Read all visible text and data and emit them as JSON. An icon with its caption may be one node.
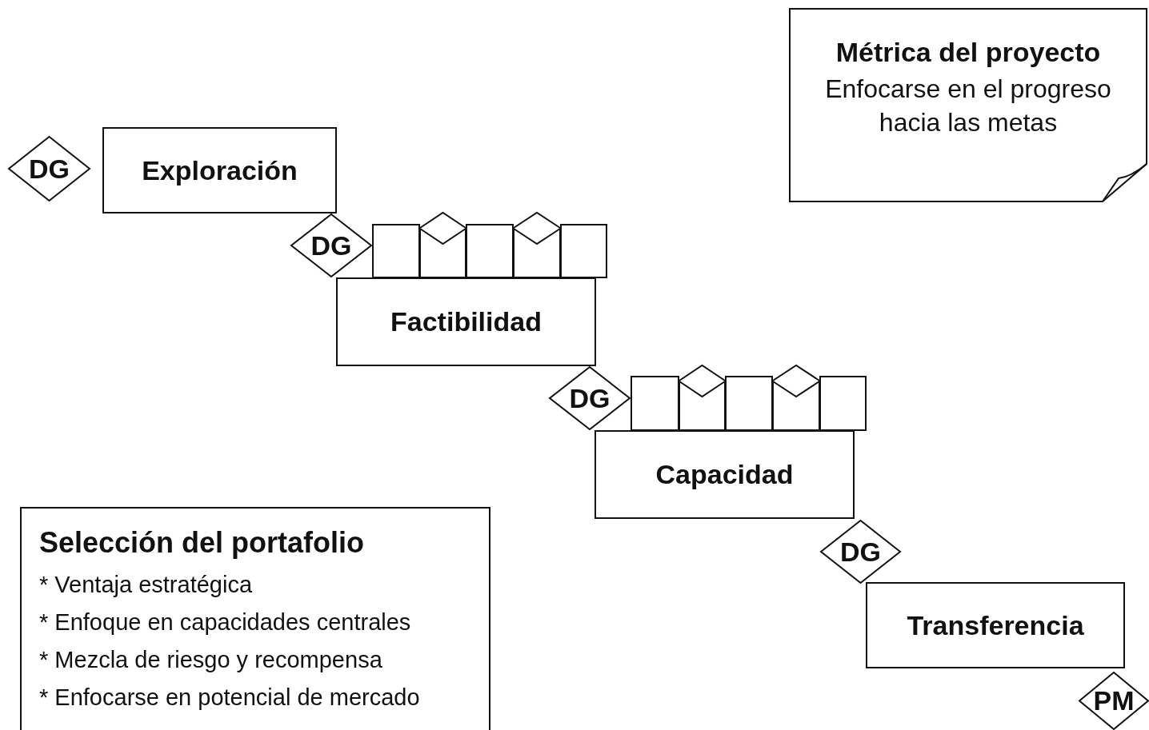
{
  "diagram": {
    "nodes": [
      {
        "text": [
          "DG"
        ]
      },
      {
        "text": [
          "Exploración"
        ]
      },
      {
        "text": [
          "DG"
        ]
      },
      {
        "text": [],
        "shape": "box"
      },
      {
        "text": [],
        "shape": "box"
      },
      {
        "text": [],
        "shape": "diamond"
      },
      {
        "text": [],
        "shape": "box"
      },
      {
        "text": [],
        "shape": "box"
      },
      {
        "text": [],
        "shape": "diamond"
      },
      {
        "text": [],
        "shape": "box"
      },
      {
        "text": [
          "Factibilidad"
        ]
      },
      {
        "text": [
          "DG"
        ]
      },
      {
        "text": [],
        "shape": "box"
      },
      {
        "text": [],
        "shape": "box"
      },
      {
        "text": [],
        "shape": "diamond"
      },
      {
        "text": [],
        "shape": "box"
      },
      {
        "text": [],
        "shape": "box"
      },
      {
        "text": [],
        "shape": "diamond"
      },
      {
        "text": [],
        "shape": "box"
      },
      {
        "text": [
          "Capacidad"
        ]
      },
      {
        "text": [
          "DG"
        ]
      },
      {
        "text": [
          "Transferencia"
        ]
      },
      {
        "text": [
          "PM"
        ]
      },
      {
        "text": [
          "Métrica del proyecto",
          "Enfocarse en el progreso hacia las metas"
        ]
      },
      {
        "text": [
          "Selección del portafolio",
          "* Ventaja estratégica",
          "* Enfoque en capacidades centrales",
          "* Mezcla de riesgo y recompensa",
          "* Enfocarse en potencial de mercado"
        ]
      }
    ]
  }
}
